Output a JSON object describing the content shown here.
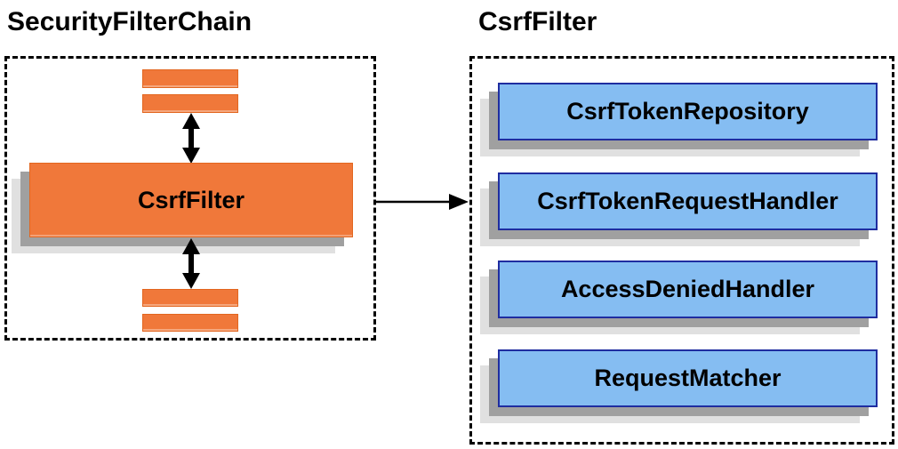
{
  "left_panel": {
    "title": "SecurityFilterChain",
    "filter_label": "CsrfFilter"
  },
  "right_panel": {
    "title": "CsrfFilter",
    "components": [
      "CsrfTokenRepository",
      "CsrfTokenRequestHandler",
      "AccessDeniedHandler",
      "RequestMatcher"
    ]
  },
  "colors": {
    "orange_fill": "#f0783a",
    "orange_edge": "#e2661f",
    "blue_fill": "#85bdf2",
    "blue_edge": "#1f2da0",
    "shadow_dark": "#a0a0a0",
    "shadow_light": "#e0e0e0",
    "line": "#000000"
  }
}
